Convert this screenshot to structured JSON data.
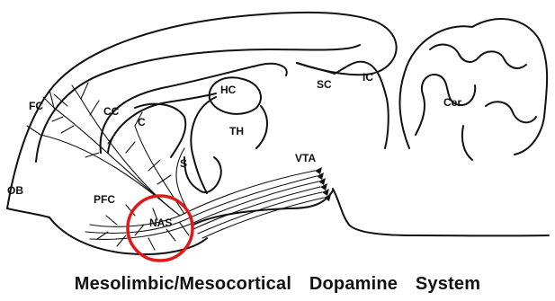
{
  "caption": "Mesolimbic/Mesocortical Dopamine System",
  "labels": {
    "fc": "FC",
    "cc": "CC",
    "c": "C",
    "hc": "HC",
    "th": "TH",
    "s": "S",
    "sc": "SC",
    "ic": "IC",
    "cer": "Cer.",
    "vta": "VTA",
    "ob": "OB",
    "pfc": "PFC",
    "nas": "NAS"
  },
  "colors": {
    "ink": "#111111",
    "highlight": "#e01818",
    "background": "#ffffff"
  }
}
